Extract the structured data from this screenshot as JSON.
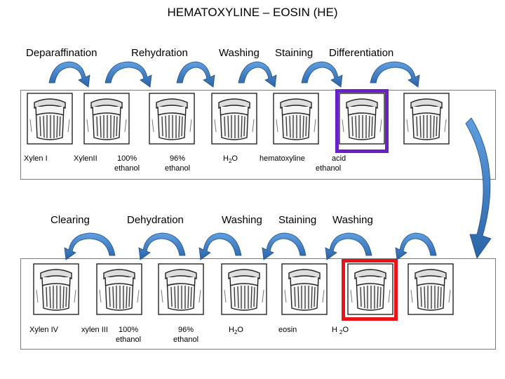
{
  "title": "HEMATOXYLINE – EOSIN (HE)",
  "row1": {
    "steps": [
      "Deparaffination",
      "Rehydration",
      "Washing",
      "Staining",
      "Differentiation"
    ],
    "labels": [
      [
        "Xylen I"
      ],
      [
        "XylenII"
      ],
      [
        "100%",
        "ethanol"
      ],
      [
        "96%",
        "ethanol"
      ],
      [
        "H2O"
      ],
      [
        "hematoxyline"
      ],
      [
        "acid",
        "ethanol"
      ]
    ]
  },
  "row2": {
    "steps": [
      "Clearing",
      "Dehydration",
      "Washing",
      "Staining",
      "Washing"
    ],
    "labels": [
      [
        "Xylen IV"
      ],
      [
        "xylen III"
      ],
      [
        "100%",
        "ethanol"
      ],
      [
        "96%",
        "ethanol"
      ],
      [
        "H2O"
      ],
      [
        "eosin"
      ],
      [
        "H2O"
      ]
    ]
  },
  "highlight_colors": {
    "staining_top": "#6a1fc8",
    "staining_bottom": "#e8141a"
  },
  "arrow_color": "#3d7fc6"
}
